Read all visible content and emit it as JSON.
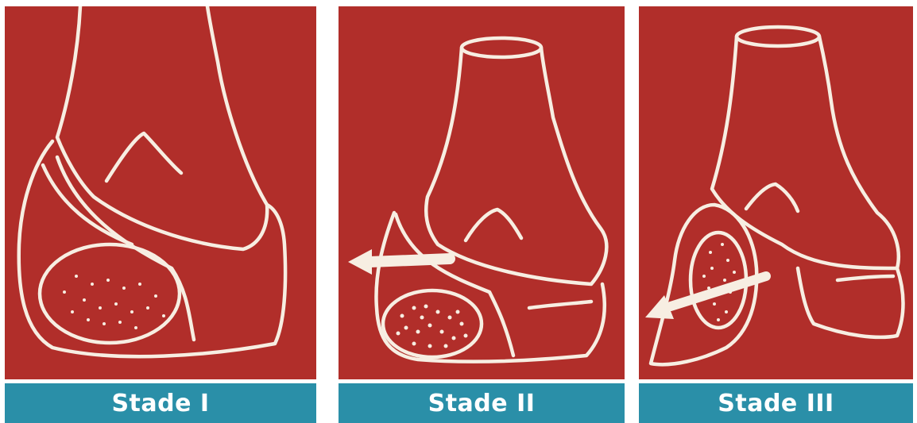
{
  "colors": {
    "background": "#b12e2a",
    "outline": "#f7eee2",
    "caption_bar": "#2a8fa8",
    "caption_text": "#ffffff"
  },
  "stages": [
    {
      "label": "Stade I"
    },
    {
      "label": "Stade II"
    },
    {
      "label": "Stade III"
    }
  ]
}
